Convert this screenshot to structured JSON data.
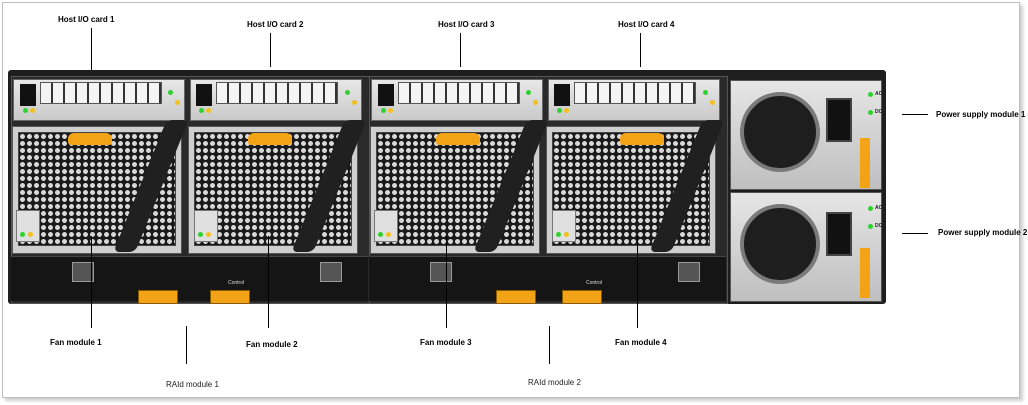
{
  "labels": {
    "host_io_card_1": "Host I/O card 1",
    "host_io_card_2": "Host I/O card 2",
    "host_io_card_3": "Host I/O card 3",
    "host_io_card_4": "Host I/O card 4",
    "power_supply_module_1": "Power supply module 1",
    "power_supply_module_2": "Power supply module 2",
    "fan_module_1": "Fan module 1",
    "fan_module_2": "Fan module 2",
    "fan_module_3": "Fan module 3",
    "fan_module_4": "Fan module 4",
    "raid_module_1": "RAId module 1",
    "raid_module_2": "RAId module 2"
  },
  "hardware_text": {
    "control": "Control",
    "psu_ac": "AC",
    "psu_dc": "DC"
  },
  "colors": {
    "accent_orange": "#f2a316",
    "led_green": "#2ed12e",
    "led_yellow": "#f0c020",
    "chassis": "#1e1e1e"
  }
}
